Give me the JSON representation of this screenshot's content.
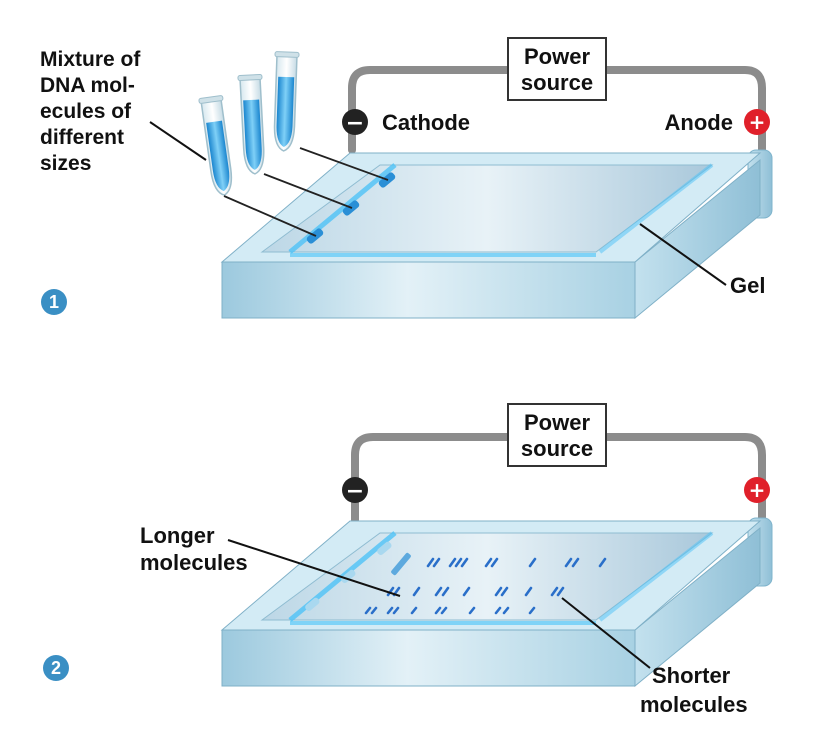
{
  "panel1": {
    "step": "1",
    "power_source": [
      "Power",
      "source"
    ],
    "cathode_sign": "−",
    "cathode_label": "Cathode",
    "anode_sign": "+",
    "anode_label": "Anode",
    "mixture_label": [
      "Mixture of",
      "DNA mol-",
      "ecules of",
      "different",
      "sizes"
    ],
    "gel_label": "Gel"
  },
  "panel2": {
    "step": "2",
    "power_source": [
      "Power",
      "source"
    ],
    "cathode_sign": "−",
    "anode_sign": "+",
    "longer_label": [
      "Longer",
      "molecules"
    ],
    "shorter_label": [
      "Shorter",
      "molecules"
    ]
  },
  "colors": {
    "tray_front": "#b8dcea",
    "tray_top": "#d8eef6",
    "gel": "#c9e2ee",
    "wire": "#8c8c8c",
    "cathode": "#222222",
    "anode": "#e0202a",
    "band": "#2a6fc9",
    "step_badge": "#3a8fc4",
    "tube_liquid": "#2e9fe0"
  }
}
